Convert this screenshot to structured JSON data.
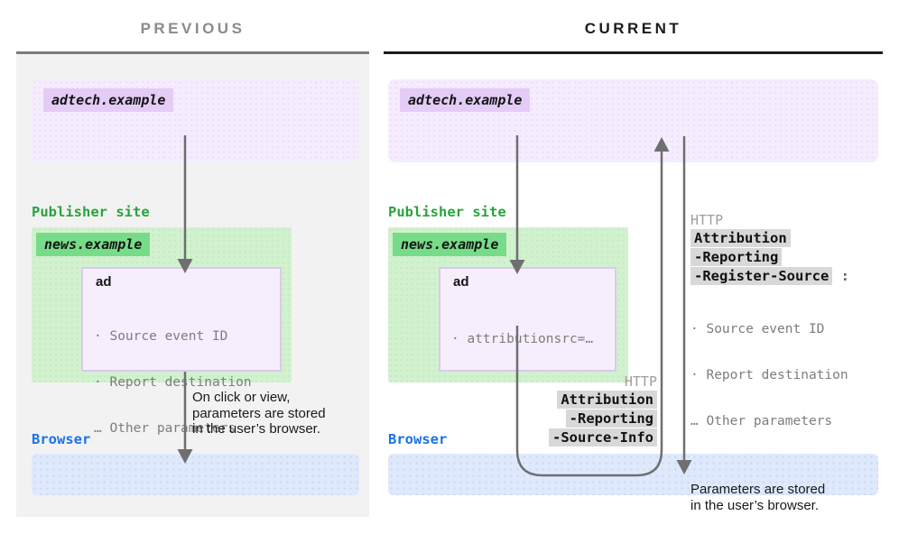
{
  "diagram": {
    "previous": {
      "title": "PREVIOUS",
      "adtech_label": "adtech.example",
      "publisher_label": "Publisher site",
      "site_label": "news.example",
      "ad_title": "ad",
      "ad_params": [
        "· Source event ID",
        "· Report destination",
        "… Other parameters"
      ],
      "caption_lines": [
        "On click or view,",
        "parameters are stored",
        "in the user’s browser."
      ],
      "browser_label": "Browser"
    },
    "current": {
      "title": "CURRENT",
      "adtech_label": "adtech.example",
      "publisher_label": "Publisher site",
      "site_label": "news.example",
      "ad_title": "ad",
      "ad_params": [
        "· attributionsrc=…"
      ],
      "request_headers": {
        "protocol": "HTTP",
        "lines": [
          "Attribution",
          "-Reporting",
          "-Source-Info"
        ]
      },
      "response_headers": {
        "protocol": "HTTP",
        "lines": [
          "Attribution",
          "-Reporting",
          "-Register-Source"
        ],
        "suffix": " :",
        "params": [
          "· Source event ID",
          "· Report destination",
          "… Other parameters"
        ]
      },
      "caption_lines": [
        "Parameters are stored",
        "in the user’s browser."
      ],
      "browser_label": "Browser"
    },
    "colors": {
      "previous_title": "#8b8b8b",
      "current_title": "#1b1b1b",
      "adtech_box_fill": "#f5ecfd",
      "adtech_chip_fill": "#e4ccf6",
      "publisher_text_green": "#2aa23d",
      "site_box_fill": "#d2f1cf",
      "site_chip_fill": "#77dc88",
      "ad_box_fill": "#f6eefd",
      "ad_box_border": "#dcc8ef",
      "browser_text_blue": "#1a73e8",
      "browser_box_fill": "#dee9fb",
      "header_chip_fill": "#d8d8d8",
      "arrow_gray": "#6f6f6f",
      "muted_text_gray": "#7d7d7d",
      "http_text_gray": "#9e9e9e"
    }
  }
}
